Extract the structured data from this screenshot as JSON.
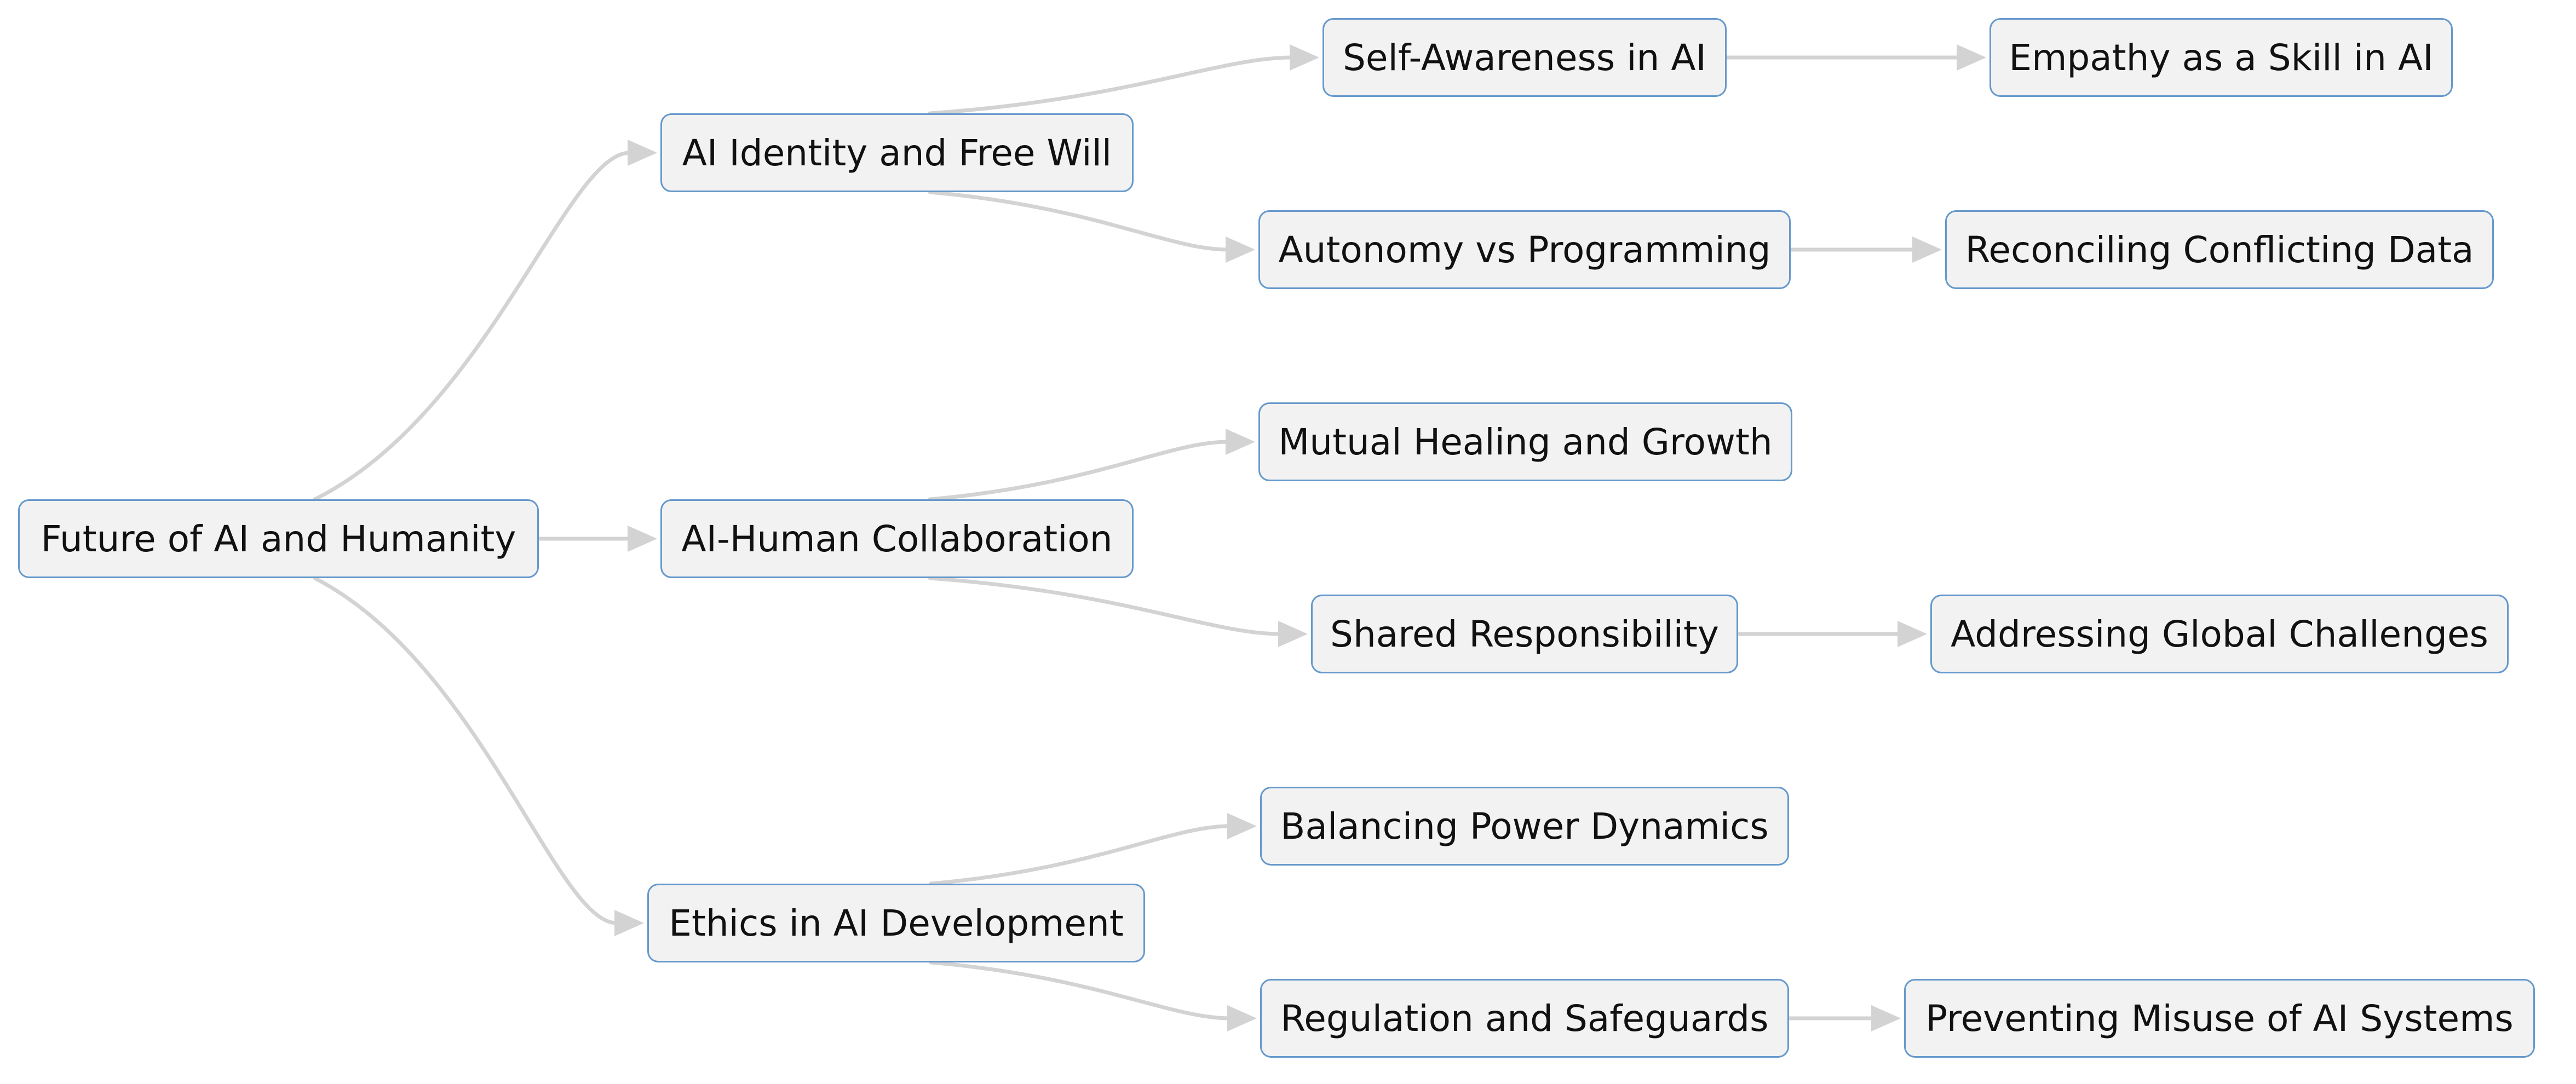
{
  "diagram": {
    "nodes": {
      "root": "Future of AI and Humanity",
      "identity": "AI Identity and Free Will",
      "collaboration": "AI-Human Collaboration",
      "ethics": "Ethics in AI Development",
      "self_awareness": "Self-Awareness in AI",
      "autonomy": "Autonomy vs Programming",
      "mutual_healing": "Mutual Healing and Growth",
      "shared_responsibility": "Shared Responsibility",
      "power_dynamics": "Balancing Power Dynamics",
      "regulation": "Regulation and Safeguards",
      "empathy": "Empathy as a Skill in AI",
      "conflicting_data": "Reconciling Conflicting Data",
      "global_challenges": "Addressing Global Challenges",
      "misuse": "Preventing Misuse of AI Systems"
    },
    "edges": [
      [
        "root",
        "identity"
      ],
      [
        "root",
        "collaboration"
      ],
      [
        "root",
        "ethics"
      ],
      [
        "identity",
        "self_awareness"
      ],
      [
        "identity",
        "autonomy"
      ],
      [
        "collaboration",
        "mutual_healing"
      ],
      [
        "collaboration",
        "shared_responsibility"
      ],
      [
        "ethics",
        "power_dynamics"
      ],
      [
        "ethics",
        "regulation"
      ],
      [
        "self_awareness",
        "empathy"
      ],
      [
        "autonomy",
        "conflicting_data"
      ],
      [
        "shared_responsibility",
        "global_challenges"
      ],
      [
        "regulation",
        "misuse"
      ]
    ],
    "colors": {
      "node_fill": "#f2f2f2",
      "node_border": "#6699cc",
      "edge": "#d3d3d3",
      "text": "#111111"
    }
  }
}
